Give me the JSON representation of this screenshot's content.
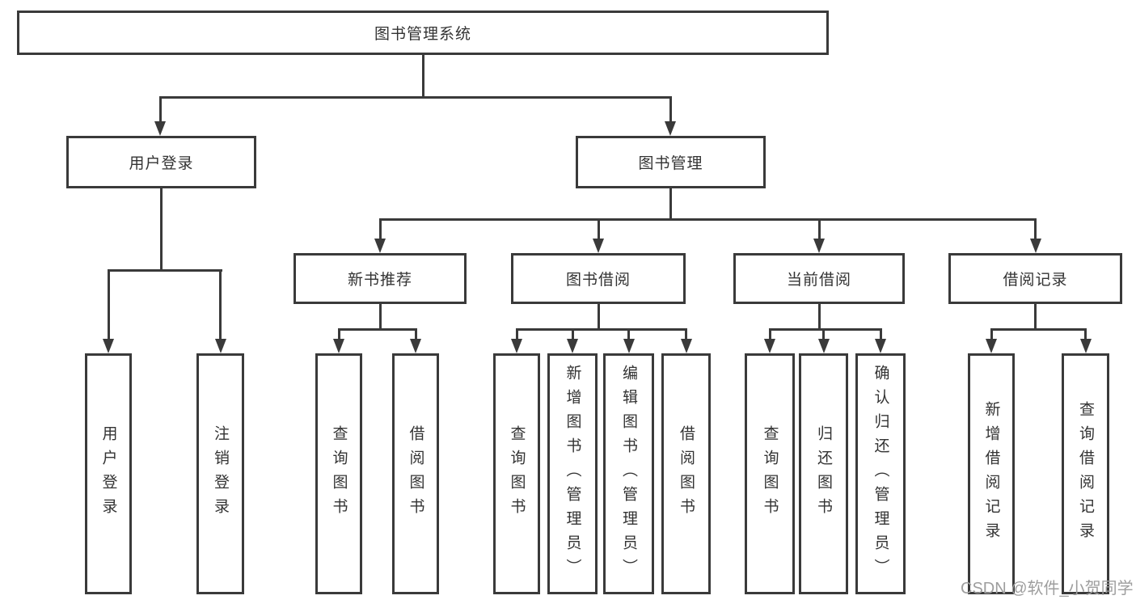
{
  "diagram_title": "图书管理系统",
  "tree": {
    "label": "图书管理系统",
    "children": [
      {
        "label": "用户登录",
        "children": [
          {
            "label": "用户登录"
          },
          {
            "label": "注销登录"
          }
        ]
      },
      {
        "label": "图书管理",
        "children": [
          {
            "label": "新书推荐",
            "children": [
              {
                "label": "查询图书"
              },
              {
                "label": "借阅图书"
              }
            ]
          },
          {
            "label": "图书借阅",
            "children": [
              {
                "label": "查询图书"
              },
              {
                "label": "新增图书（管理员）"
              },
              {
                "label": "编辑图书（管理员）"
              },
              {
                "label": "借阅图书"
              }
            ]
          },
          {
            "label": "当前借阅",
            "children": [
              {
                "label": "查询图书"
              },
              {
                "label": "归还图书"
              },
              {
                "label": "确认归还（管理员）"
              }
            ]
          },
          {
            "label": "借阅记录",
            "children": [
              {
                "label": "新增借阅记录"
              },
              {
                "label": "查询借阅记录"
              }
            ]
          }
        ]
      }
    ]
  },
  "watermark": "CSDN @软件_小贺同学",
  "colors": {
    "line": "#3a3a3a",
    "text": "#333333",
    "watermark": "#9e9e9e",
    "background": "#ffffff"
  }
}
